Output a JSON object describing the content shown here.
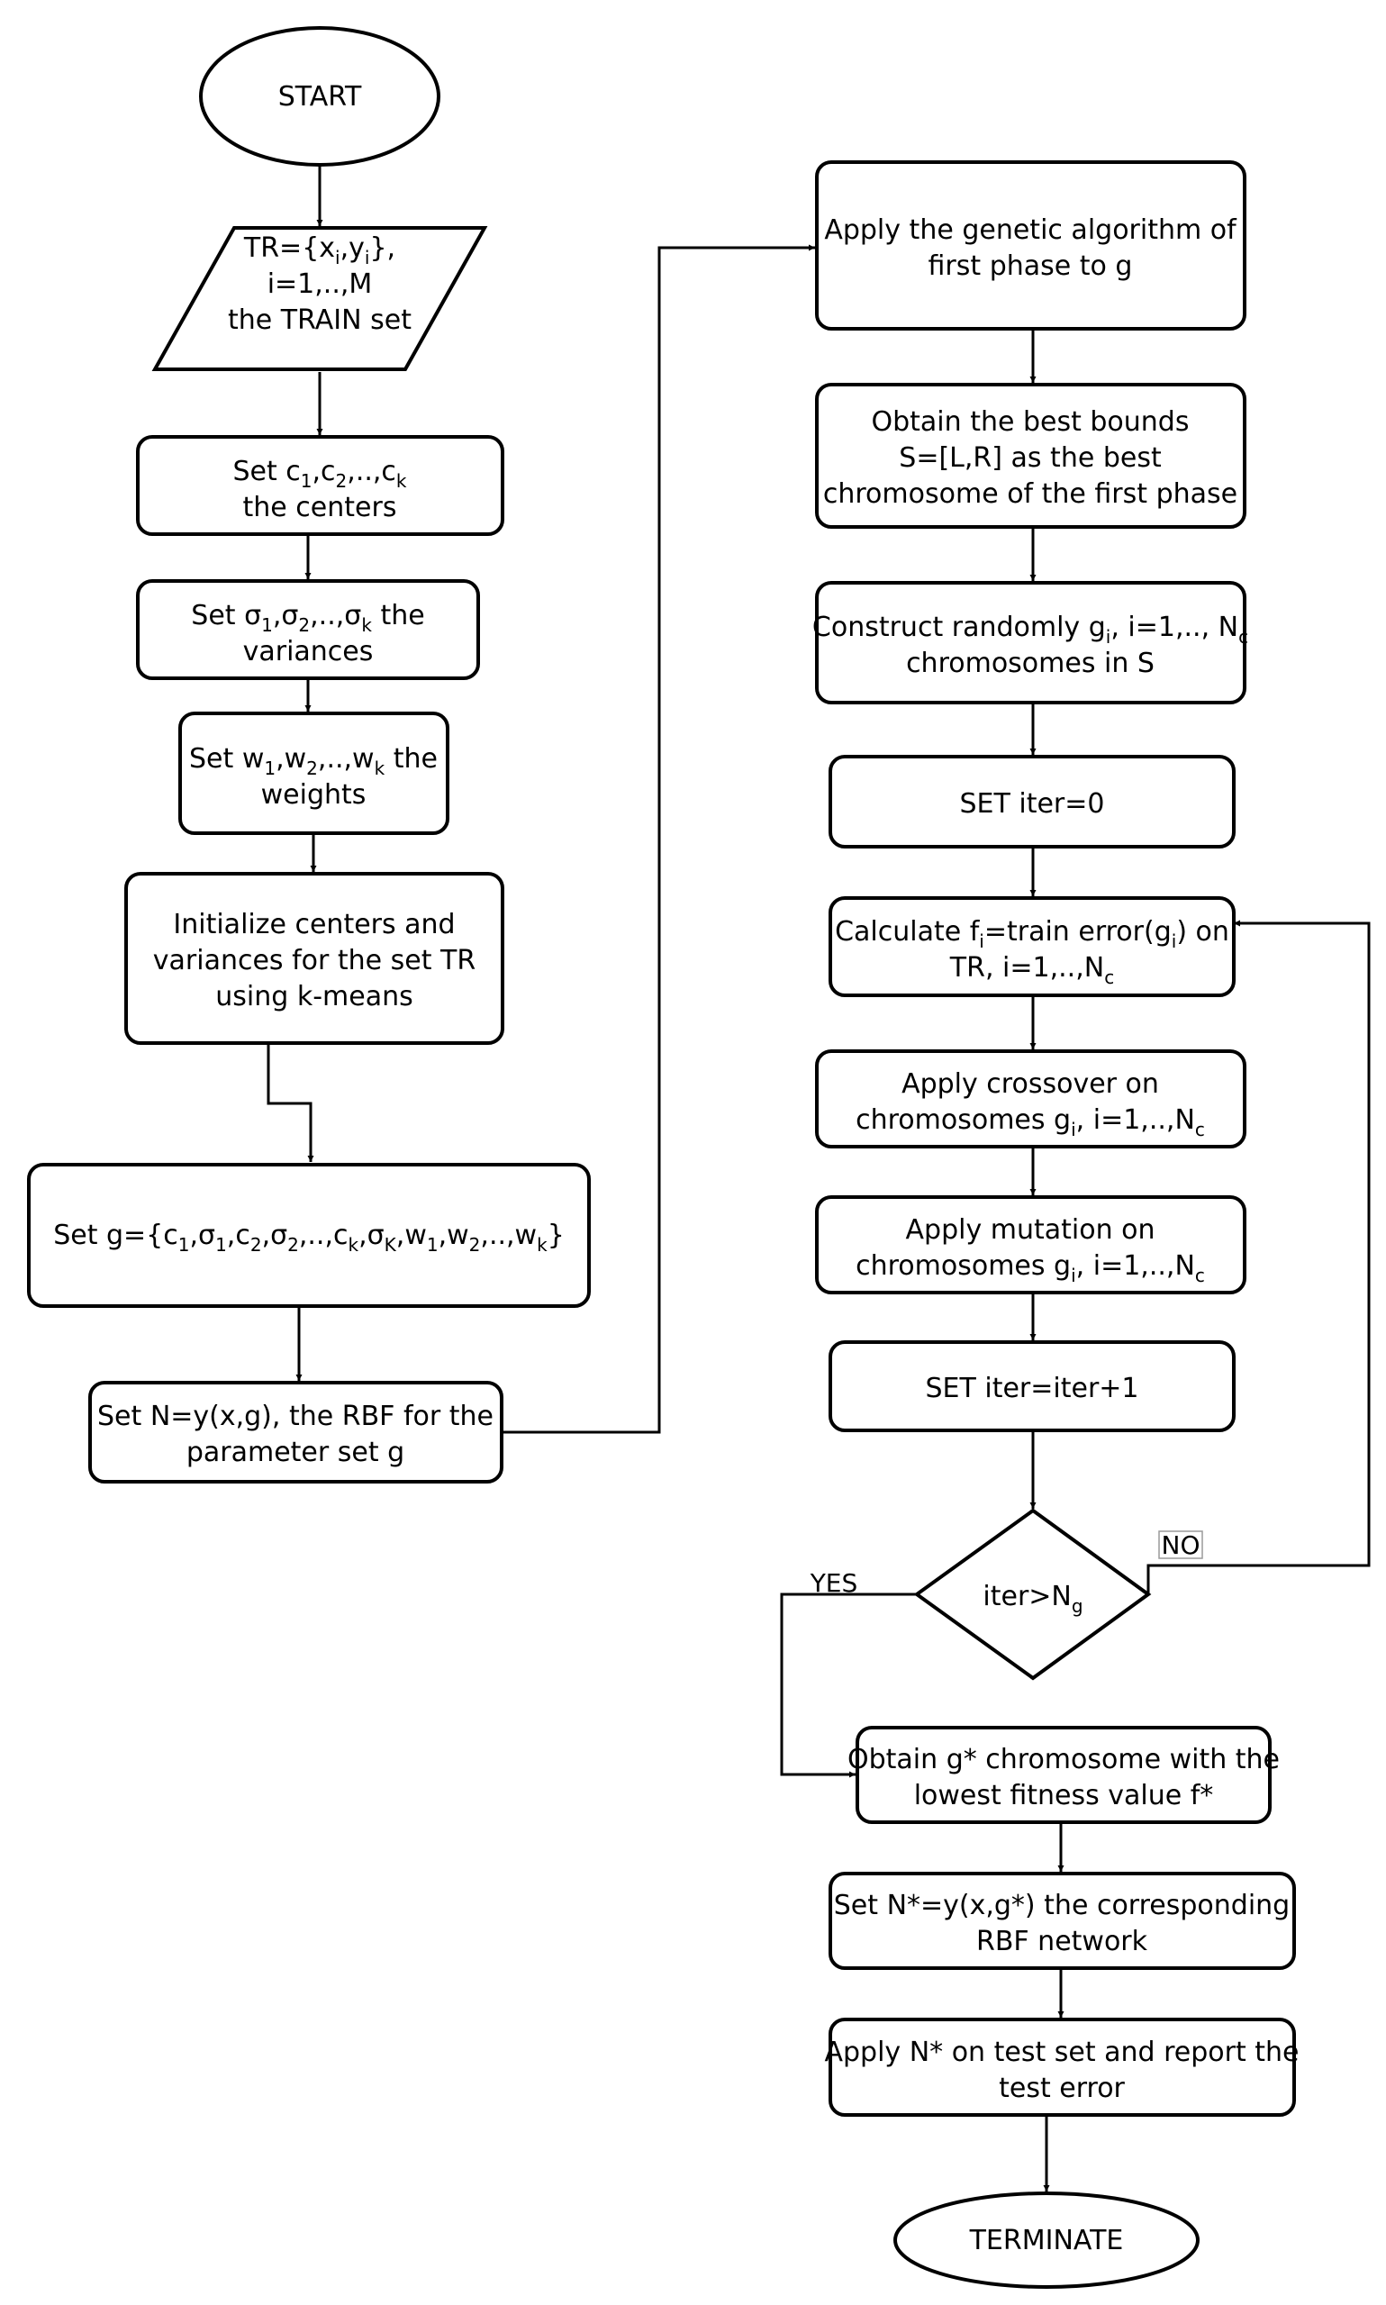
{
  "nodes": {
    "start": {
      "lines": [
        [
          [
            "START"
          ]
        ]
      ]
    },
    "train_set": {
      "lines": [
        [
          [
            "TR={x"
          ],
          [
            "i",
            "sub"
          ],
          [
            ",y"
          ],
          [
            "i",
            "sub"
          ],
          [
            "},"
          ]
        ],
        [
          [
            "i=1,..,M"
          ]
        ],
        [
          [
            "the TRAIN set"
          ]
        ]
      ]
    },
    "set_centers": {
      "lines": [
        [
          [
            "Set c"
          ],
          [
            "1",
            "sub"
          ],
          [
            ",c"
          ],
          [
            "2",
            "sub"
          ],
          [
            ",..,c"
          ],
          [
            "k",
            "sub"
          ]
        ],
        [
          [
            "the centers"
          ]
        ]
      ]
    },
    "set_variances": {
      "lines": [
        [
          [
            "Set σ"
          ],
          [
            "1",
            "sub"
          ],
          [
            ",σ"
          ],
          [
            "2",
            "sub"
          ],
          [
            ",..,σ"
          ],
          [
            "k",
            "sub"
          ],
          [
            " the"
          ]
        ],
        [
          [
            "variances"
          ]
        ]
      ]
    },
    "set_weights": {
      "lines": [
        [
          [
            "Set w"
          ],
          [
            "1",
            "sub"
          ],
          [
            ",w"
          ],
          [
            "2",
            "sub"
          ],
          [
            ",..,w"
          ],
          [
            "k",
            "sub"
          ],
          [
            " the"
          ]
        ],
        [
          [
            "weights"
          ]
        ]
      ]
    },
    "init_kmeans": {
      "lines": [
        [
          [
            "Initialize  centers and"
          ]
        ],
        [
          [
            "variances for the set TR"
          ]
        ],
        [
          [
            "using k-means"
          ]
        ]
      ]
    },
    "set_g": {
      "lines": [
        [
          [
            "Set g={c"
          ],
          [
            "1",
            "sub"
          ],
          [
            ",σ"
          ],
          [
            "1",
            "sub"
          ],
          [
            ",c"
          ],
          [
            "2",
            "sub"
          ],
          [
            ",σ"
          ],
          [
            "2",
            "sub"
          ],
          [
            ",..,c"
          ],
          [
            "k",
            "sub"
          ],
          [
            ",σ"
          ],
          [
            "K",
            "sub"
          ],
          [
            ",w"
          ],
          [
            "1",
            "sub"
          ],
          [
            ",w"
          ],
          [
            "2",
            "sub"
          ],
          [
            ",..,w"
          ],
          [
            "k",
            "sub"
          ],
          [
            "}"
          ]
        ]
      ]
    },
    "set_n": {
      "lines": [
        [
          [
            "Set N=y(x,g), the RBF for the"
          ]
        ],
        [
          [
            "parameter set g"
          ]
        ]
      ]
    },
    "apply_ga": {
      "lines": [
        [
          [
            "Apply the genetic algorithm of"
          ]
        ],
        [
          [
            "first phase to g"
          ]
        ]
      ]
    },
    "best_bounds": {
      "lines": [
        [
          [
            "Obtain the best bounds"
          ]
        ],
        [
          [
            "S=[L,R] as the best"
          ]
        ],
        [
          [
            "chromosome of the first phase"
          ]
        ]
      ]
    },
    "construct": {
      "lines": [
        [
          [
            "Construct randomly g"
          ],
          [
            "i",
            "sub"
          ],
          [
            ", i=1,.., N"
          ],
          [
            "c",
            "sub"
          ]
        ],
        [
          [
            "chromosomes in S"
          ]
        ]
      ]
    },
    "iter0": {
      "lines": [
        [
          [
            "SET iter=0"
          ]
        ]
      ]
    },
    "calc": {
      "lines": [
        [
          [
            "Calculate f"
          ],
          [
            "i",
            "sub"
          ],
          [
            "=train error(g"
          ],
          [
            "i",
            "sub"
          ],
          [
            ") on"
          ]
        ],
        [
          [
            "TR, i=1,..,N"
          ],
          [
            "c",
            "sub"
          ]
        ]
      ]
    },
    "crossover": {
      "lines": [
        [
          [
            "Apply crossover on"
          ]
        ],
        [
          [
            "chromosomes g"
          ],
          [
            "i",
            "sub"
          ],
          [
            ", i=1,..,N"
          ],
          [
            "c",
            "sub"
          ]
        ]
      ]
    },
    "mutation": {
      "lines": [
        [
          [
            "Apply mutation on"
          ]
        ],
        [
          [
            "chromosomes g"
          ],
          [
            "i",
            "sub"
          ],
          [
            ", i=1,..,N"
          ],
          [
            "c",
            "sub"
          ]
        ]
      ]
    },
    "iter_inc": {
      "lines": [
        [
          [
            "SET iter=iter+1"
          ]
        ]
      ]
    },
    "decision": {
      "lines": [
        [
          [
            "iter>N"
          ],
          [
            "g",
            "sub"
          ]
        ]
      ]
    },
    "obtain_best": {
      "lines": [
        [
          [
            "Obtain g* chromosome with the"
          ]
        ],
        [
          [
            "lowest fitness value f*"
          ]
        ]
      ]
    },
    "set_nstar": {
      "lines": [
        [
          [
            "Set N*=y(x,g*) the corresponding"
          ]
        ],
        [
          [
            "RBF network"
          ]
        ]
      ]
    },
    "apply_nstar": {
      "lines": [
        [
          [
            "Apply N* on test set and report the"
          ]
        ],
        [
          [
            "test error"
          ]
        ]
      ]
    },
    "terminate": {
      "lines": [
        [
          [
            "TERMINATE"
          ]
        ]
      ]
    }
  },
  "edge_labels": {
    "yes": "YES",
    "no": "NO"
  }
}
